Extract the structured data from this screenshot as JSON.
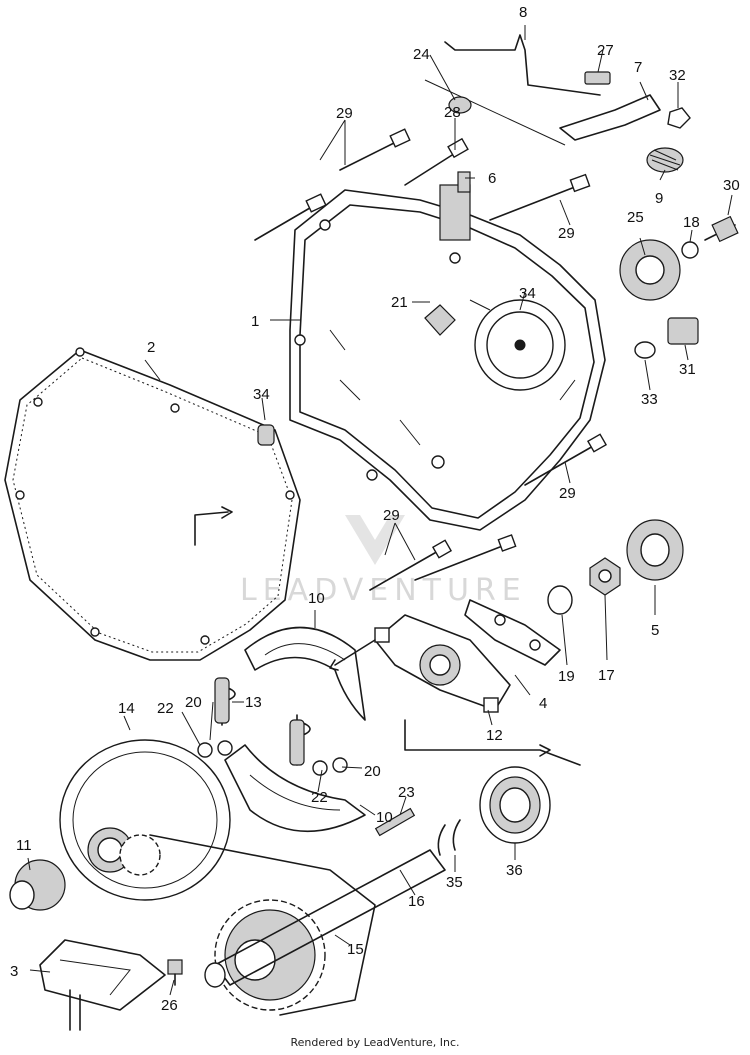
{
  "diagram": {
    "callouts": [
      "1",
      "2",
      "3",
      "4",
      "5",
      "6",
      "7",
      "8",
      "9",
      "10",
      "10",
      "11",
      "12",
      "13",
      "14",
      "15",
      "16",
      "17",
      "18",
      "19",
      "20",
      "20",
      "21",
      "22",
      "22",
      "23",
      "24",
      "25",
      "26",
      "27",
      "28",
      "29",
      "29",
      "29",
      "29",
      "30",
      "31",
      "32",
      "33",
      "34",
      "34",
      "35",
      "36"
    ],
    "watermark": "LEADVENTURE"
  },
  "footer": {
    "text": "Rendered by LeadVenture, Inc."
  }
}
